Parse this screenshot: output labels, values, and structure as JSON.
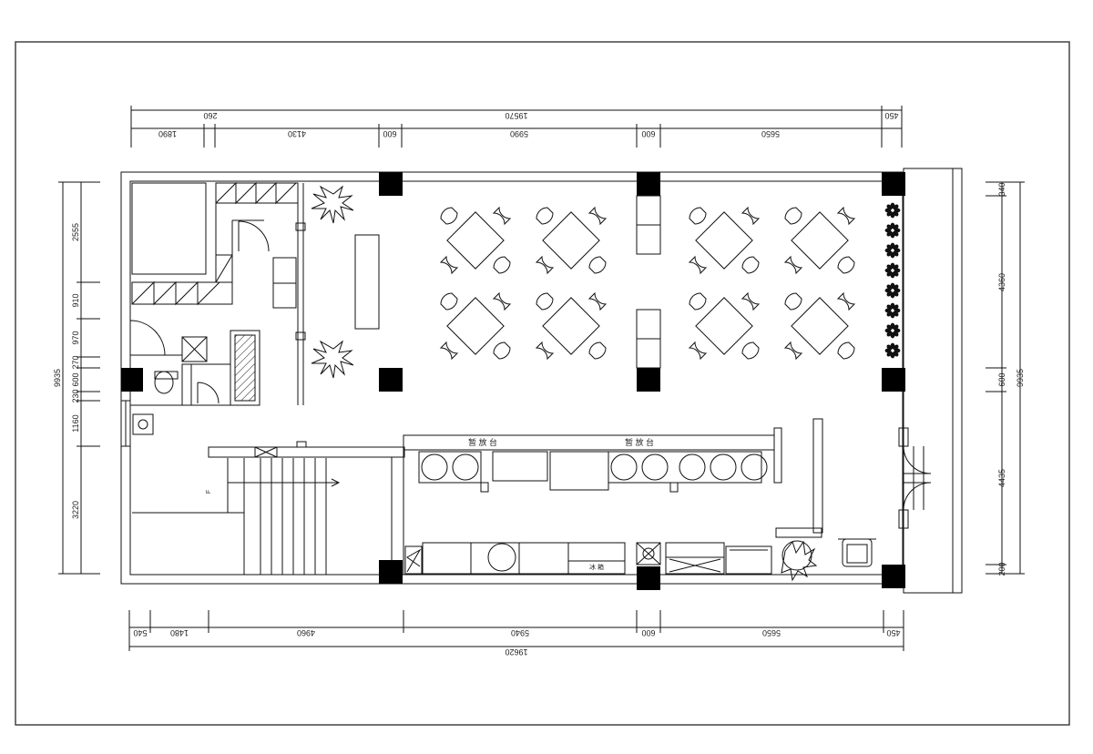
{
  "dimensions": {
    "top_overall": "19570",
    "top_extra": "260",
    "top_right_end": "450",
    "top_segments": [
      "1890",
      "4130",
      "600",
      "5990",
      "600",
      "5650"
    ],
    "bottom_overall": "19620",
    "bottom_segments": [
      "540",
      "1480",
      "4960",
      "5940",
      "600",
      "5650",
      "450"
    ],
    "left_overall": "9935",
    "left_segments": [
      "2555",
      "910",
      "970",
      "270",
      "600",
      "230",
      "1160",
      "3220"
    ],
    "right_overall": "9935",
    "right_segments": [
      "340",
      "4360",
      "600",
      "4435",
      "200"
    ]
  },
  "labels": {
    "counter_label": "暂 放 台",
    "counter_label_2": "暂 放 台",
    "stair_mark": "F",
    "small_label": "冰 箱"
  },
  "colors": {
    "line": "#111111",
    "column_fill": "#000000",
    "frame": "#444444"
  }
}
